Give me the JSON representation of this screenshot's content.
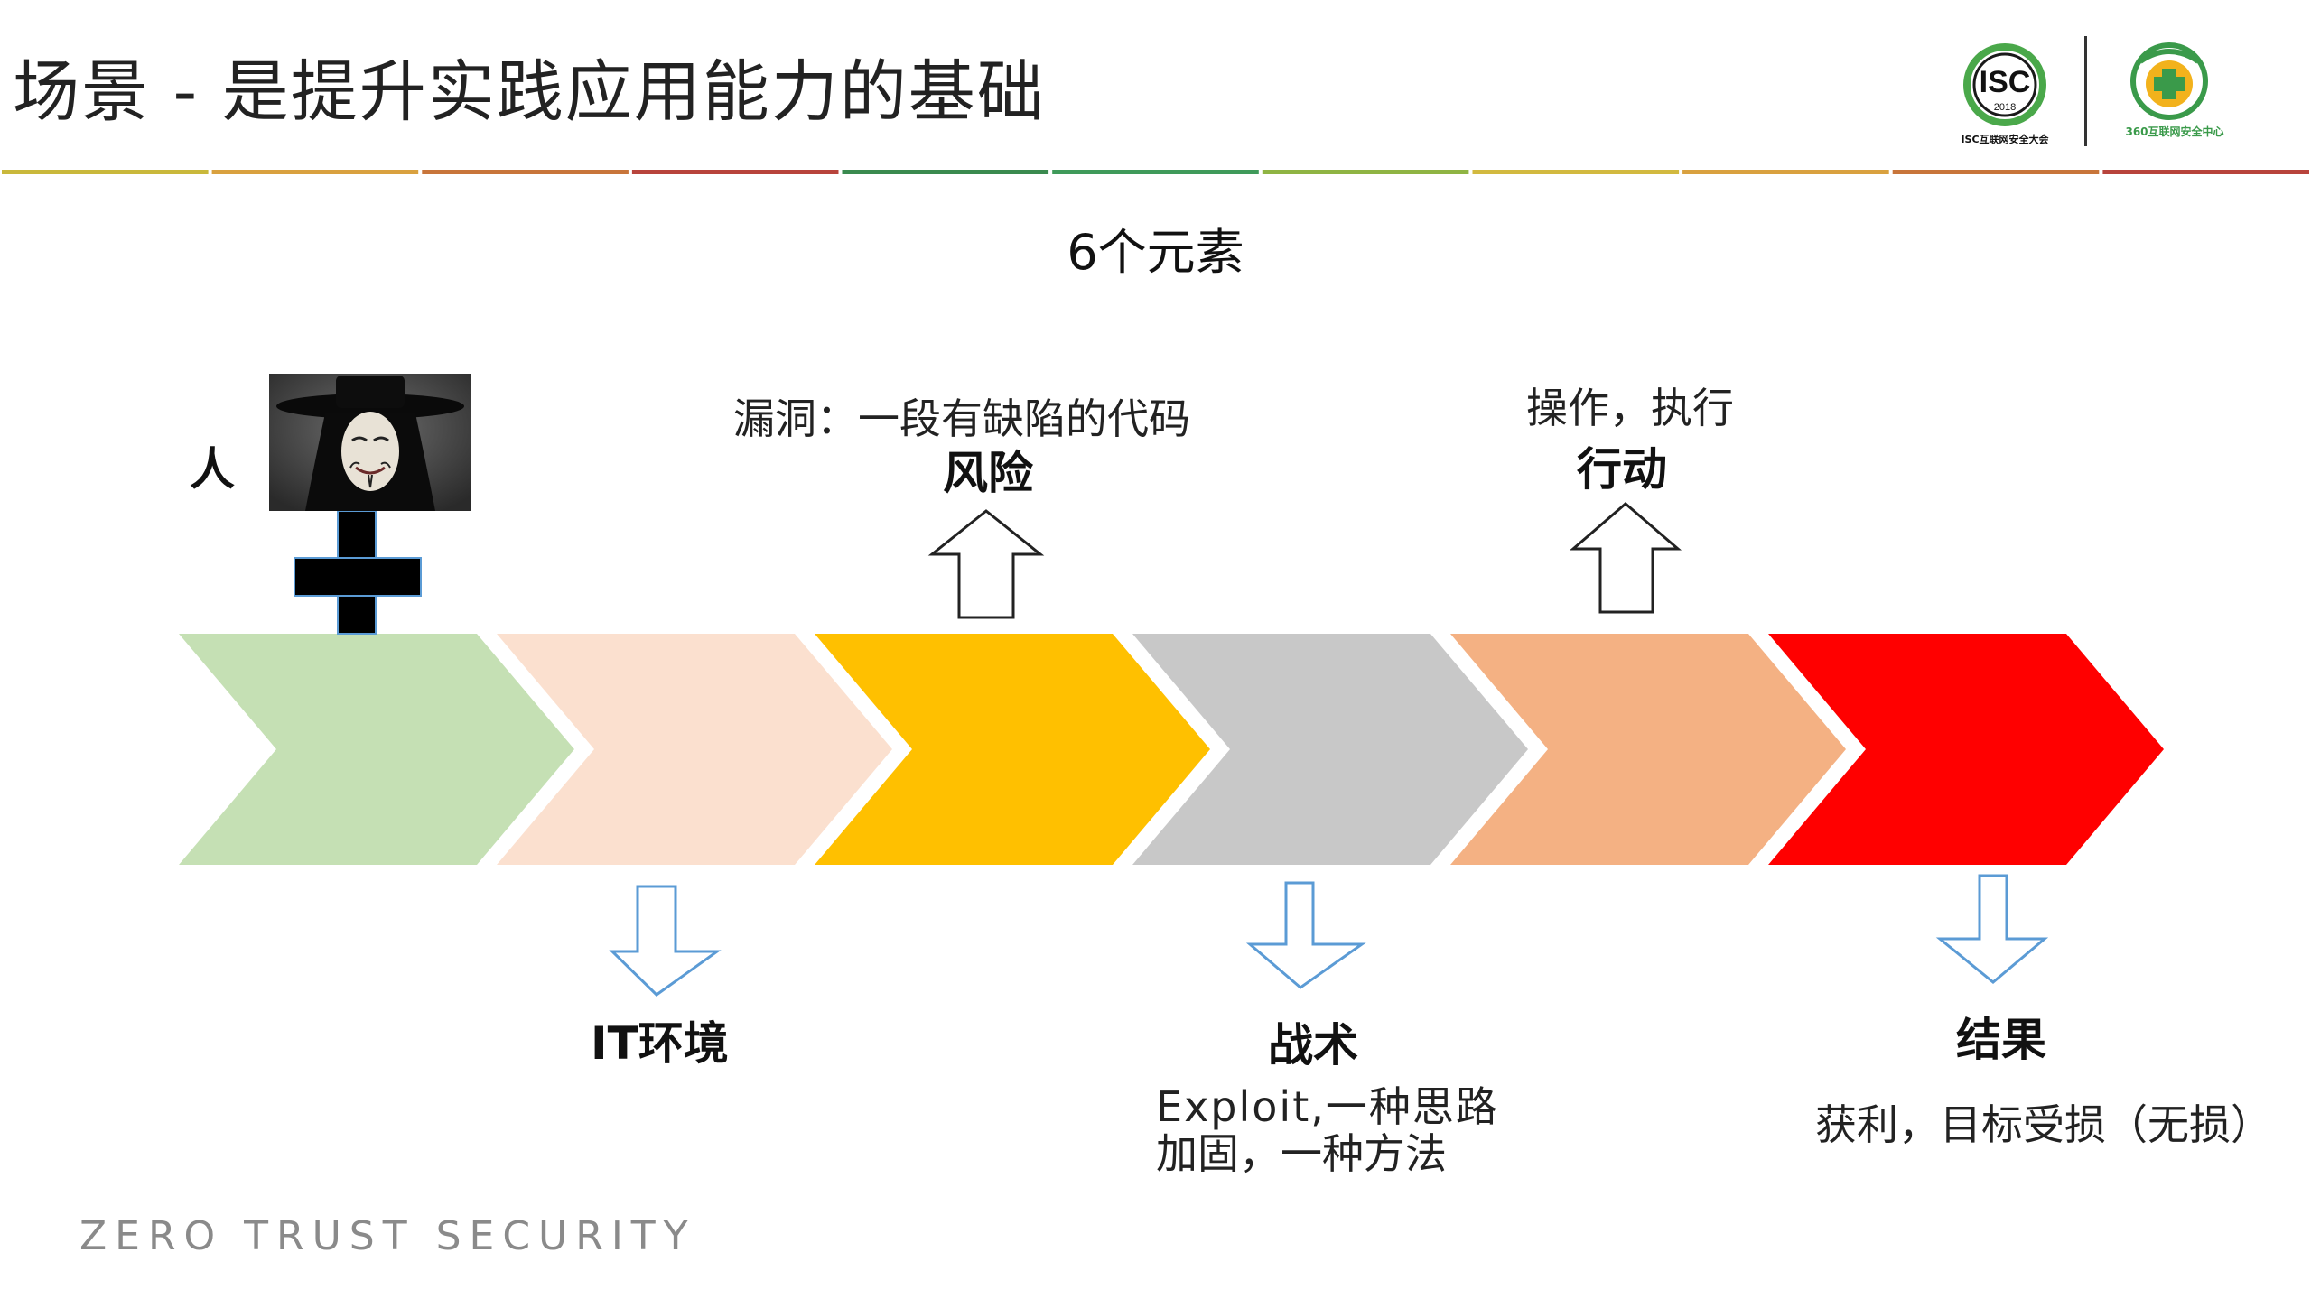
{
  "slide": {
    "title": "场景 - 是提升实践应用能力的基础",
    "subtitle": "6个元素",
    "footer": "ZERO TRUST SECURITY"
  },
  "logos": {
    "isc_mark": "ISC",
    "isc_year": "2018",
    "isc_caption": "ISC互联网安全大会",
    "center_caption": "360互联网安全中心"
  },
  "header_rule_colors": [
    "#c9b83b",
    "#d9a13f",
    "#c8753a",
    "#b8443c",
    "#3a8a4f",
    "#3f9a5a",
    "#8fb443",
    "#d2b93f",
    "#d9a13f",
    "#c8753a",
    "#b8443c"
  ],
  "diagram": {
    "actor_label": "人",
    "stages": [
      {
        "name": "start",
        "color": "#c5e0b4"
      },
      {
        "name": "it-environment",
        "color": "#fbe0cf"
      },
      {
        "name": "risk",
        "color": "#ffc000"
      },
      {
        "name": "tactics",
        "color": "#c8c8c8"
      },
      {
        "name": "action",
        "color": "#f4b183"
      },
      {
        "name": "result",
        "color": "#ff0000"
      }
    ],
    "callouts_up": [
      {
        "title": "风险",
        "desc": "漏洞：一段有缺陷的代码"
      },
      {
        "title": "行动",
        "desc": "操作，执行"
      }
    ],
    "callouts_down": [
      {
        "title": "IT环境",
        "desc": []
      },
      {
        "title": "战术",
        "desc": [
          "Exploit,一种思路",
          "加固，一种方法"
        ]
      },
      {
        "title": "结果",
        "desc": [
          "获利，目标受损（无损）"
        ]
      }
    ],
    "arrow_outline_color": "#5b9bd5",
    "plus_color": "#000000"
  }
}
